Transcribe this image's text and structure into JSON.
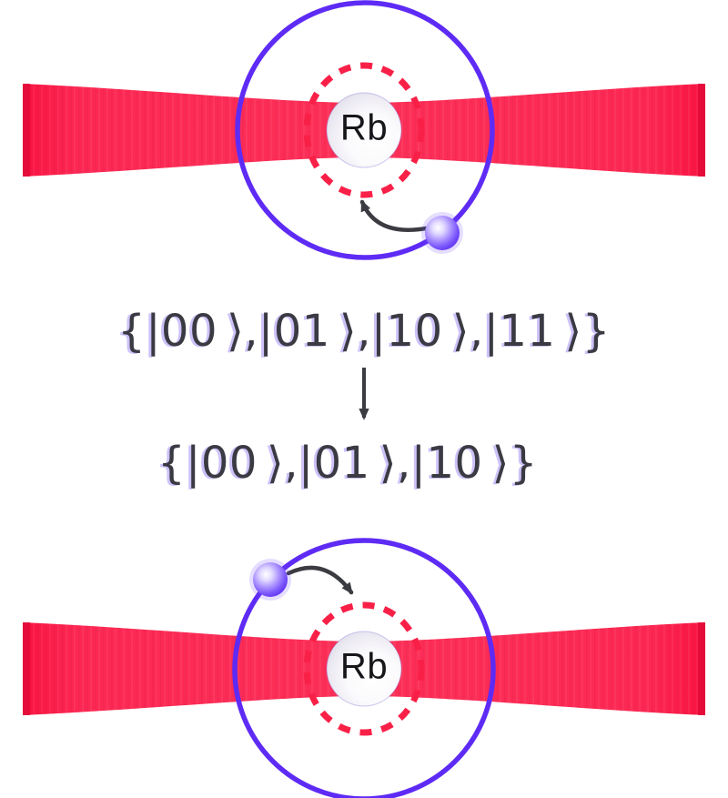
{
  "atom": {
    "label": "Rb"
  },
  "states": {
    "full": "{|00 ⟩,|01 ⟩,|10 ⟩,|11 ⟩}",
    "reduced": "{|00 ⟩,|01 ⟩,|10 ⟩}"
  },
  "colors": {
    "beam_red": "#FB2350",
    "beam_edge_red": "#EF0D3D",
    "orbit_purple": "#5E2BF5",
    "dashed_orbit_red": "#F92048",
    "electron_purple": "#7B5CFC",
    "atom_core_fill": "#F4F3F7",
    "formula_text": "#3A3A43",
    "arrow_dark": "#3B3B42",
    "background": "#FFFFFF"
  }
}
